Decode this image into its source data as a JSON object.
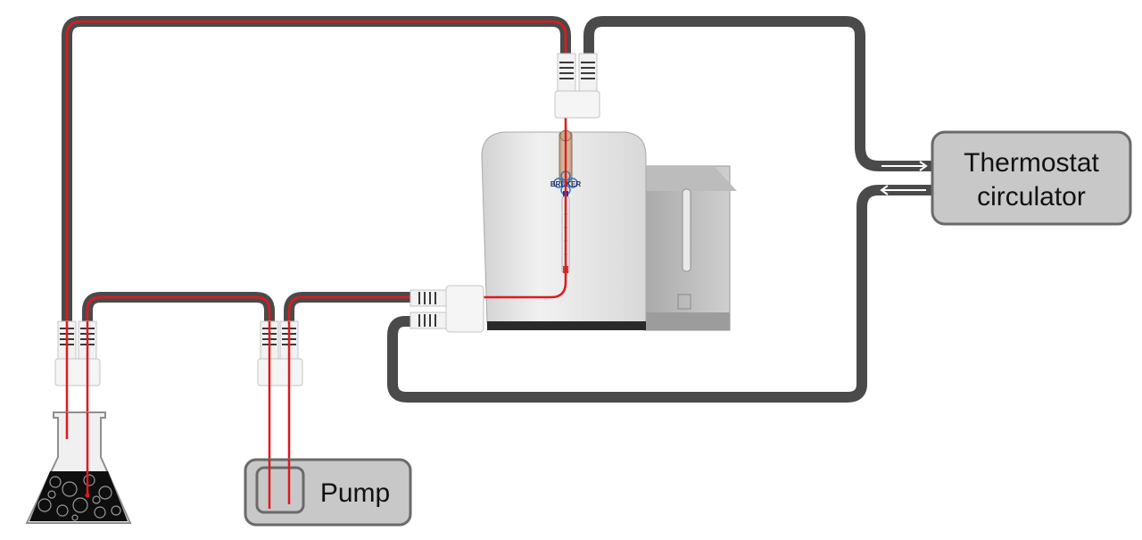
{
  "thermostat": {
    "line1": "Thermostat",
    "line2": "circulator"
  },
  "pump": {
    "label": "Pump"
  },
  "instrument": {
    "brand": "BRUKER"
  },
  "colors": {
    "hose": "#4a4a4a",
    "sample_line": "#e0191e",
    "box_fill": "#c8c8c8",
    "box_stroke": "#6a6a6a",
    "instrument_body": "#e6e6e6",
    "instrument_shadow": "#b9b9b9"
  }
}
